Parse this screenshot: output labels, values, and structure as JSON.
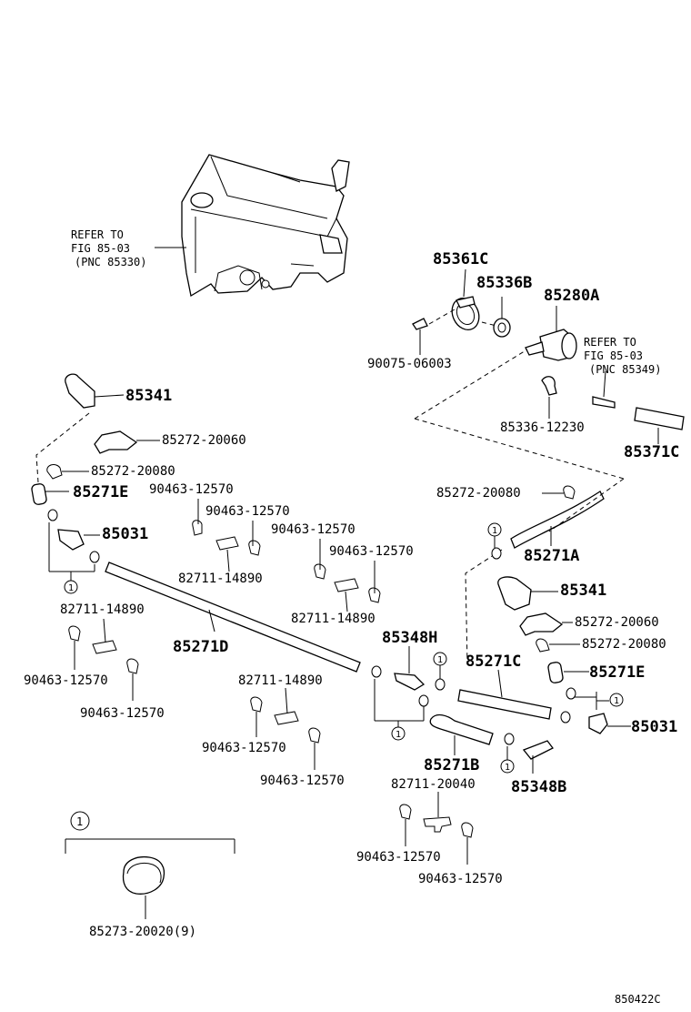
{
  "refs": {
    "tank": {
      "line1": "REFER TO",
      "line2": "FIG 85-03",
      "line3": "(PNC 85330)"
    },
    "pump": {
      "line1": "REFER TO",
      "line2": "FIG 85-03",
      "line3": "(PNC 85349)"
    }
  },
  "parts": {
    "p85361C": "85361C",
    "p85336B": "85336B",
    "p85280A": "85280A",
    "p90075": "90075-06003",
    "p85336_12230": "85336-12230",
    "p85371C": "85371C",
    "p85341_left": "85341",
    "p85272_20060_left": "85272-20060",
    "p85272_20080_left": "85272-20080",
    "p85271E_left": "85271E",
    "p90463_a": "90463-12570",
    "p90463_b": "90463-12570",
    "p85031_left": "85031",
    "p90463_c": "90463-12570",
    "p90463_d": "90463-12570",
    "p82711_a": "82711-14890",
    "p82711_b": "82711-14890",
    "p82711_c": "82711-14890",
    "p85271D": "85271D",
    "p90463_e": "90463-12570",
    "p90463_f": "90463-12570",
    "p85348H": "85348H",
    "p82711_d": "82711-14890",
    "p90463_g": "90463-12570",
    "p90463_h": "90463-12570",
    "p85272_20080_mid": "85272-20080",
    "p85271A": "85271A",
    "p85341_right": "85341",
    "p85272_20060_right": "85272-20060",
    "p85272_20080_right": "85272-20080",
    "p85271E_right": "85271E",
    "p85271C": "85271C",
    "p85031_right": "85031",
    "p85271B": "85271B",
    "p82711_20040": "82711-20040",
    "p85348B": "85348B",
    "p90463_i": "90463-12570",
    "p90463_j": "90463-12570",
    "p85273": "85273-20020(9)"
  },
  "callout_marker": "1",
  "figure_id": "850422C"
}
